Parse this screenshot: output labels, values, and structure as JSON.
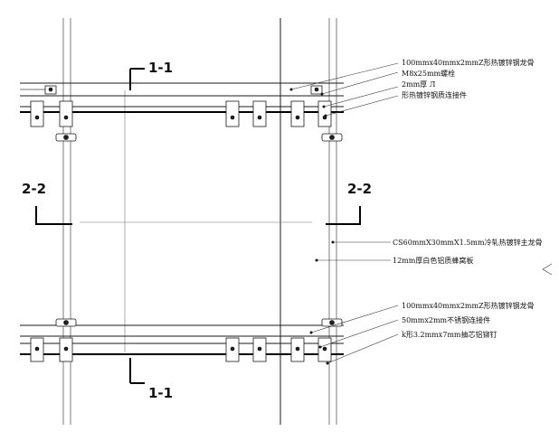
{
  "section_marks": {
    "top": "1-1",
    "bottom": "1-1",
    "left": "2-2",
    "right": "2-2"
  },
  "annotations": {
    "top_keel": "100mmx40mmx2mmZ形热镀锌钢龙骨",
    "bolt": "M8x25mm螺栓",
    "plate_thickness": "2mm厚 Л",
    "connector": "形热镀锌钢质连接件",
    "main_keel": "CS60mmX30mmX1.5mm冷轧热镀锌主龙骨",
    "panel": "12mm厚白色铝质蜂窝板",
    "bottom_keel": "100mmx40mmx2mmZ形热镀锌钢龙骨",
    "ss_connector": "50mmx2mm不锈钢连接件",
    "rivet": "k形3.2mmx7mm抽芯铝铆钉"
  }
}
